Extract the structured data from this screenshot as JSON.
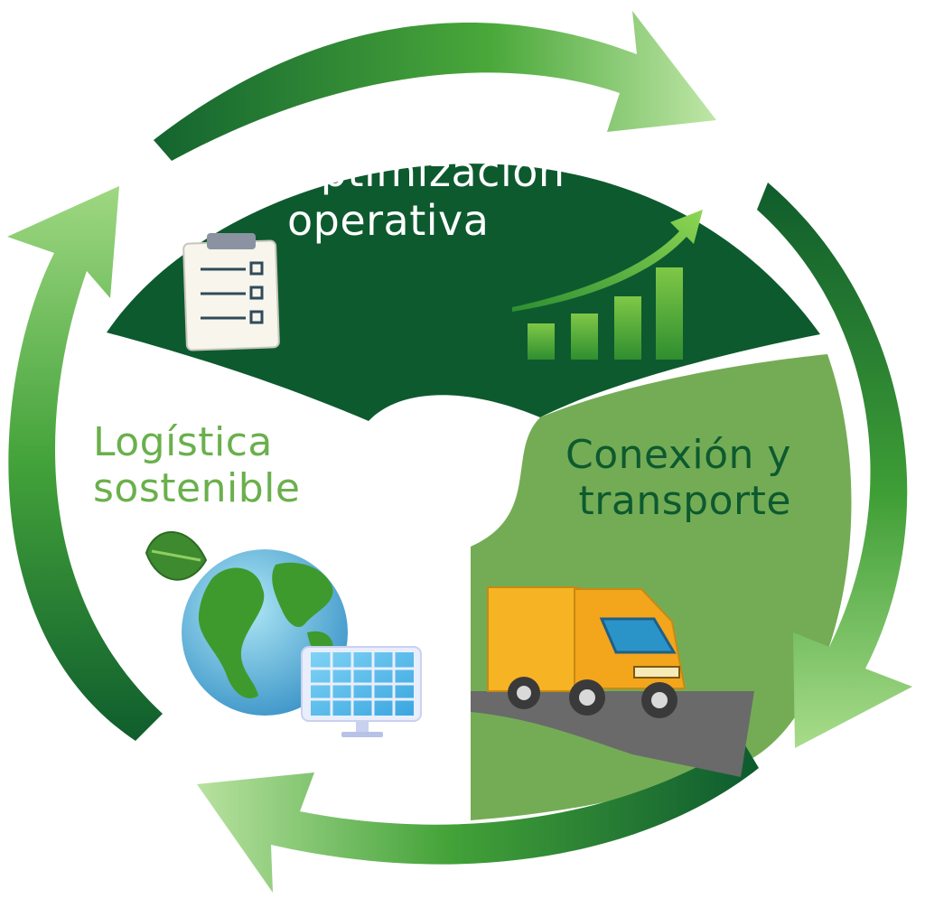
{
  "colors": {
    "dark_green": "#0d5a2f",
    "medium_green": "#74ac55",
    "light_green": "#7ec24a",
    "white": "#ffffff",
    "label_left": "#6ab04c",
    "label_right": "#0d5a2f",
    "truck_yellow": "#f6b323",
    "road_gray": "#6a6a6a"
  },
  "sections": {
    "top": {
      "line1": "Optimización",
      "line2": "operativa"
    },
    "left": {
      "line1": "Logística",
      "line2": "sostenible"
    },
    "right": {
      "line1": "Conexión y",
      "line2": "transporte"
    }
  },
  "icons": {
    "top_left": "clipboard-checklist-icon",
    "top_right": "growth-bar-chart-icon",
    "left": "globe-leaf-solar-panel-icon",
    "right": "delivery-truck-icon"
  }
}
